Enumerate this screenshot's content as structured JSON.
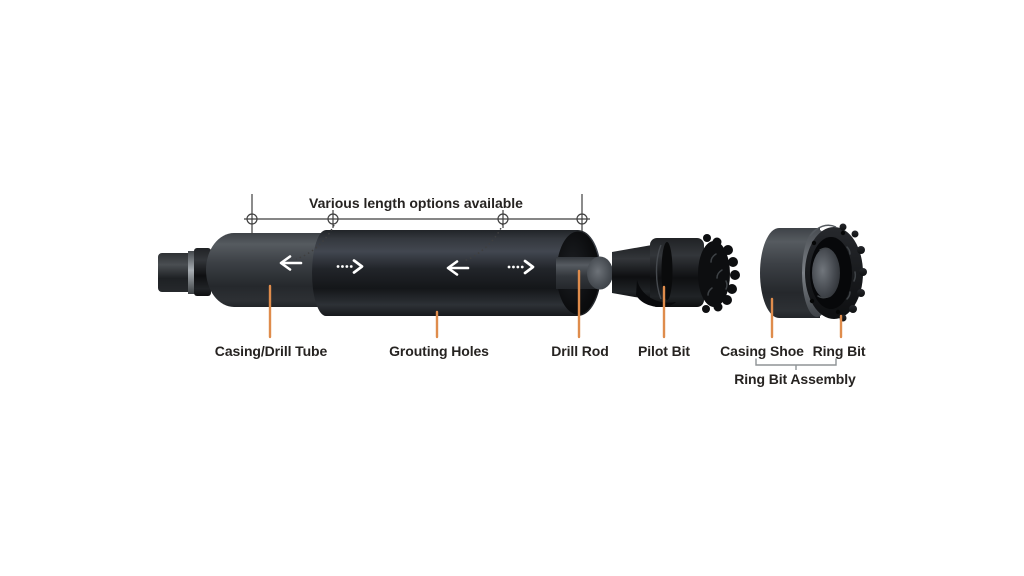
{
  "diagram": {
    "dimension_note": "Various length options available",
    "parts": {
      "casing_drill_tube": "Casing/Drill Tube",
      "grouting_holes": "Grouting Holes",
      "drill_rod": "Drill Rod",
      "pilot_bit": "Pilot Bit",
      "casing_shoe": "Casing Shoe",
      "ring_bit": "Ring Bit",
      "ring_bit_assembly": "Ring Bit Assembly"
    },
    "colors": {
      "background": "#ffffff",
      "leader_line": "#df8c4c",
      "label_text": "#262321",
      "dimension_line": "#3f3f3f",
      "bracket_line": "#8f9396",
      "flow_arrow": "#ffffff",
      "metal_light": "#565b60",
      "metal_dark": "#17191d",
      "bit_black": "#0e0f11"
    },
    "icons": {
      "dimension_marker": "circle-crosshair",
      "flow_left_arrow": "solid-left-arrow",
      "flow_right_arrow": "dotted-right-arrow"
    }
  }
}
